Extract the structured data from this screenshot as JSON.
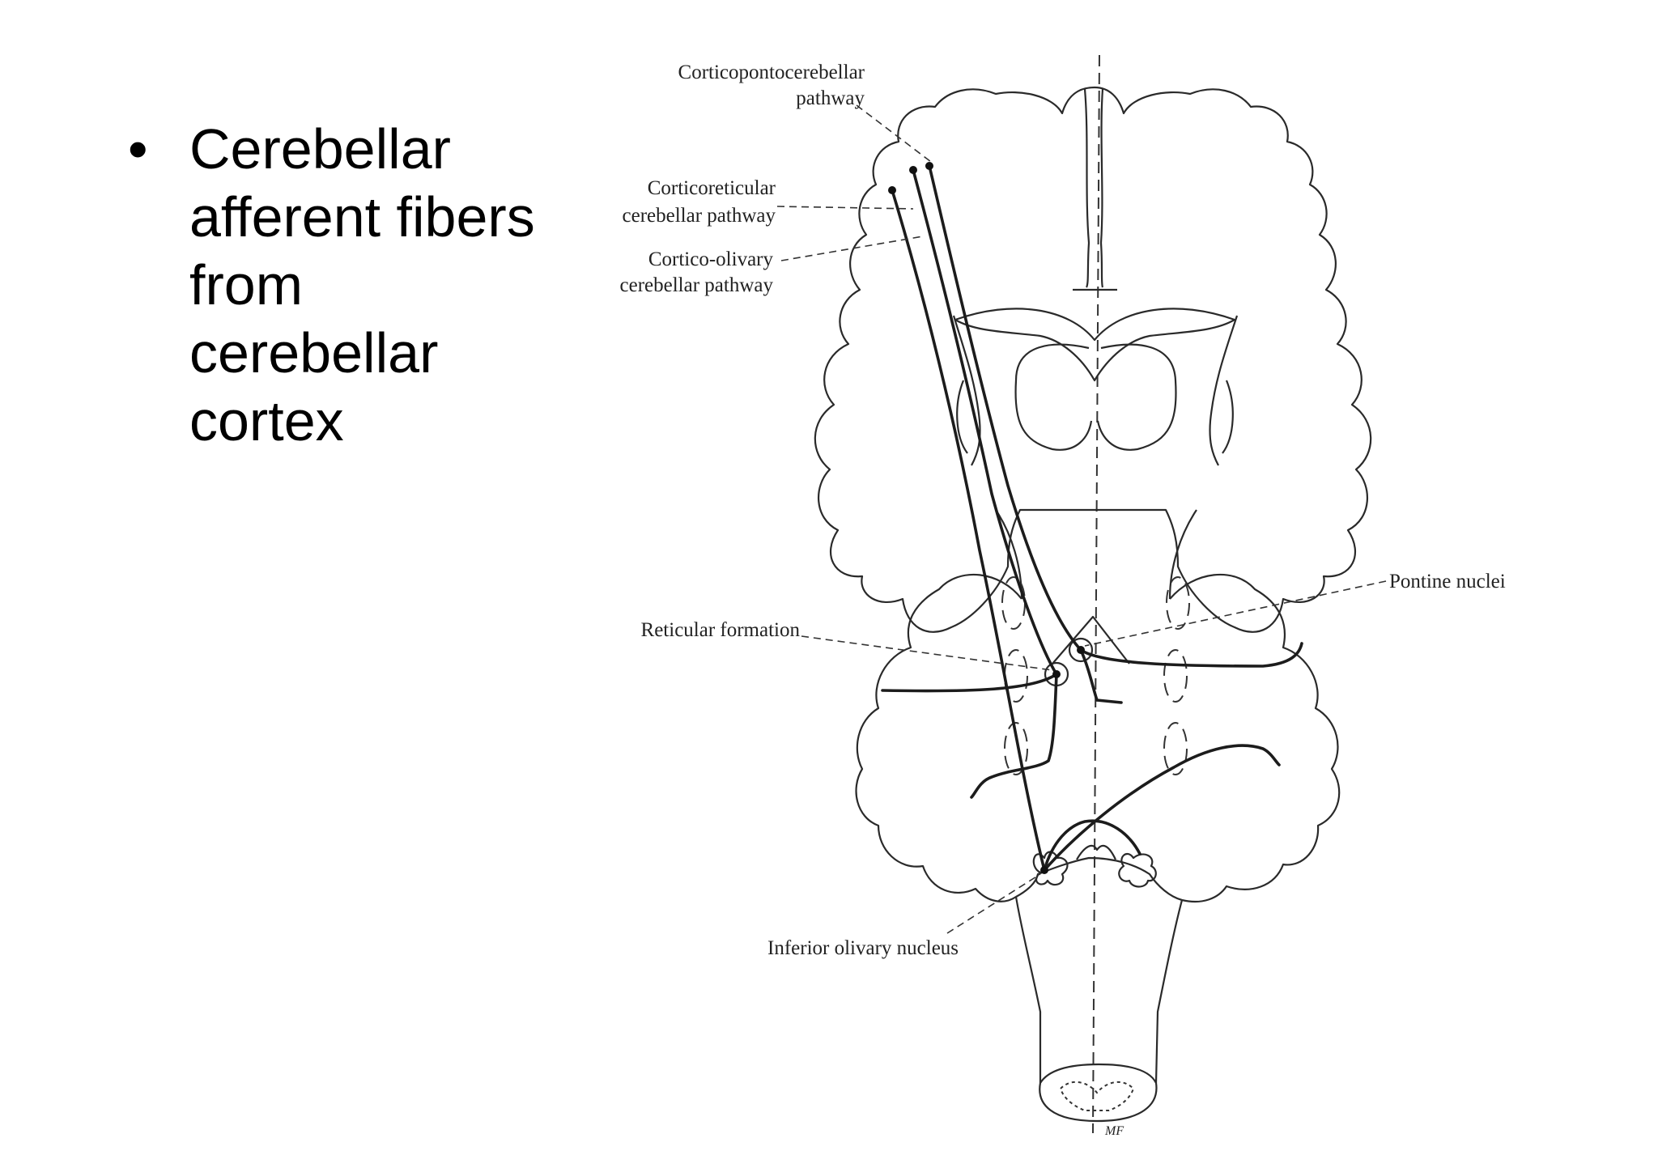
{
  "slide": {
    "bullet_mark": "•",
    "bullet_text": "Cerebellar\nafferent fibers\nfrom cerebellar\ncortex"
  },
  "diagram": {
    "labels": {
      "corticopontocerebellar": "Corticopontocerebellar",
      "corticopontocerebellar_2": "pathway",
      "corticoreticular": "Corticoreticular",
      "corticoreticular_2": "cerebellar pathway",
      "cortico_olivary": "Cortico-olivary",
      "cortico_olivary_2": "cerebellar pathway",
      "pontine_nuclei": "Pontine nuclei",
      "reticular_formation": "Reticular formation",
      "inferior_olivary_nucleus": "Inferior olivary nucleus",
      "signature": "MF"
    }
  }
}
